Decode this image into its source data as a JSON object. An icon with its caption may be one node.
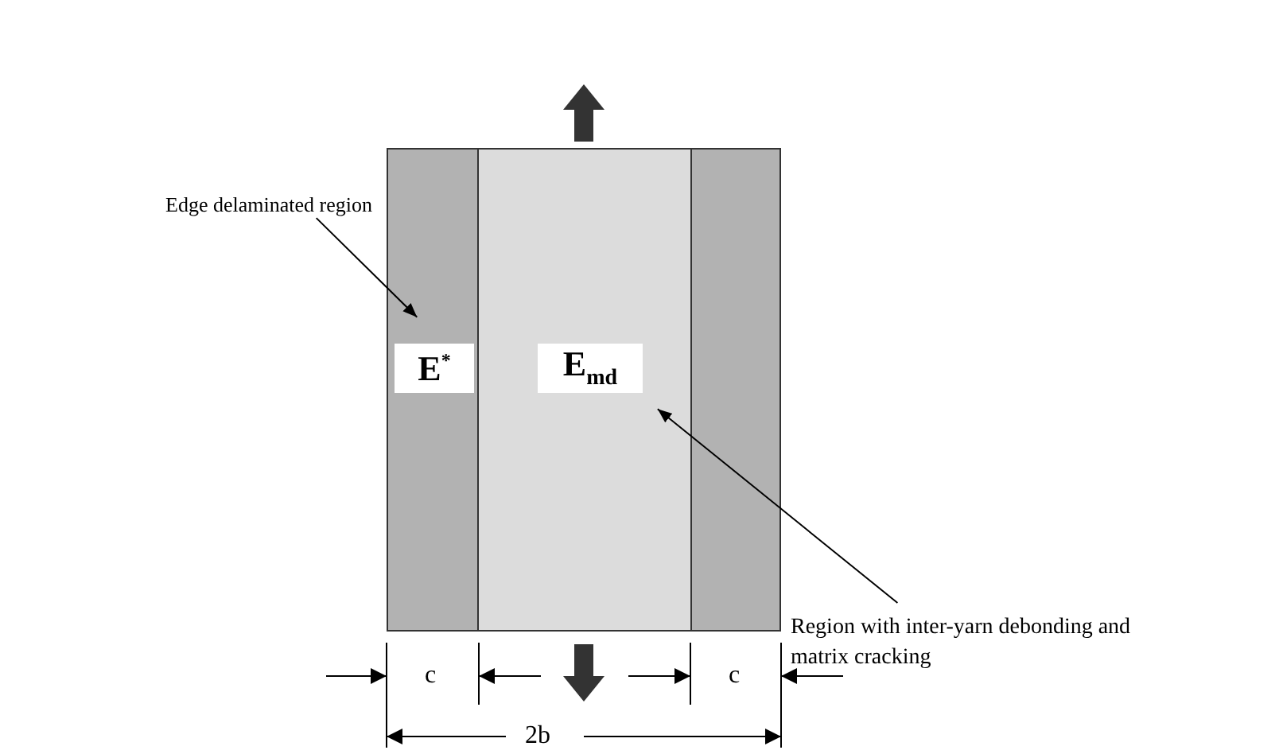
{
  "diagram": {
    "nodes": [
      {
        "text": [
          "Edge delaminated region"
        ]
      },
      {
        "text": [],
        "shape": "box"
      },
      {
        "text": [
          "E$^{*}$"
        ],
        "in": 1
      },
      {
        "text": [],
        "shape": "box"
      },
      {
        "text": [
          "E$_{md}$"
        ],
        "in": 3
      },
      {
        "text": [
          "Region with inter-yarn debonding and matrix cracking"
        ]
      },
      {
        "text": [],
        "shape": "box"
      }
    ],
    "edges": [
      {
        "from": 0,
        "to": 1,
        "arrow": "to"
      },
      {
        "from": 5,
        "to": 3,
        "arrow": "to"
      }
    ],
    "labels": [
      "c",
      "c",
      "2b"
    ]
  }
}
